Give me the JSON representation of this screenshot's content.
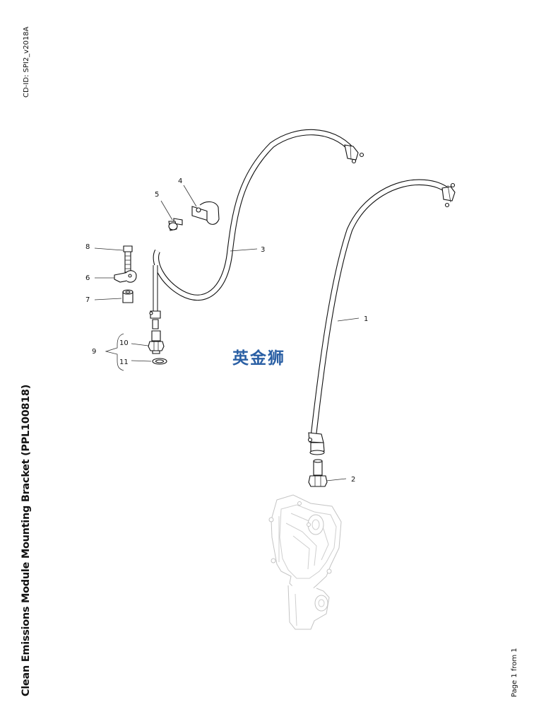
{
  "document": {
    "cd_id": "CD-ID: SPI2_v2018A",
    "title": "Clean Emissions Module Mounting Bracket (PPL100818)",
    "page_indicator": "Page 1 from 1",
    "watermark": "英金狮"
  },
  "callouts": {
    "c1": "1",
    "c2": "2",
    "c3": "3",
    "c4": "4",
    "c5": "5",
    "c6": "6",
    "c7": "7",
    "c8": "8",
    "c9": "9",
    "c10": "10",
    "c11": "11"
  },
  "colors": {
    "watermark": "#2a5fa4",
    "line": "#111111",
    "ghost": "#c4c4c4"
  }
}
